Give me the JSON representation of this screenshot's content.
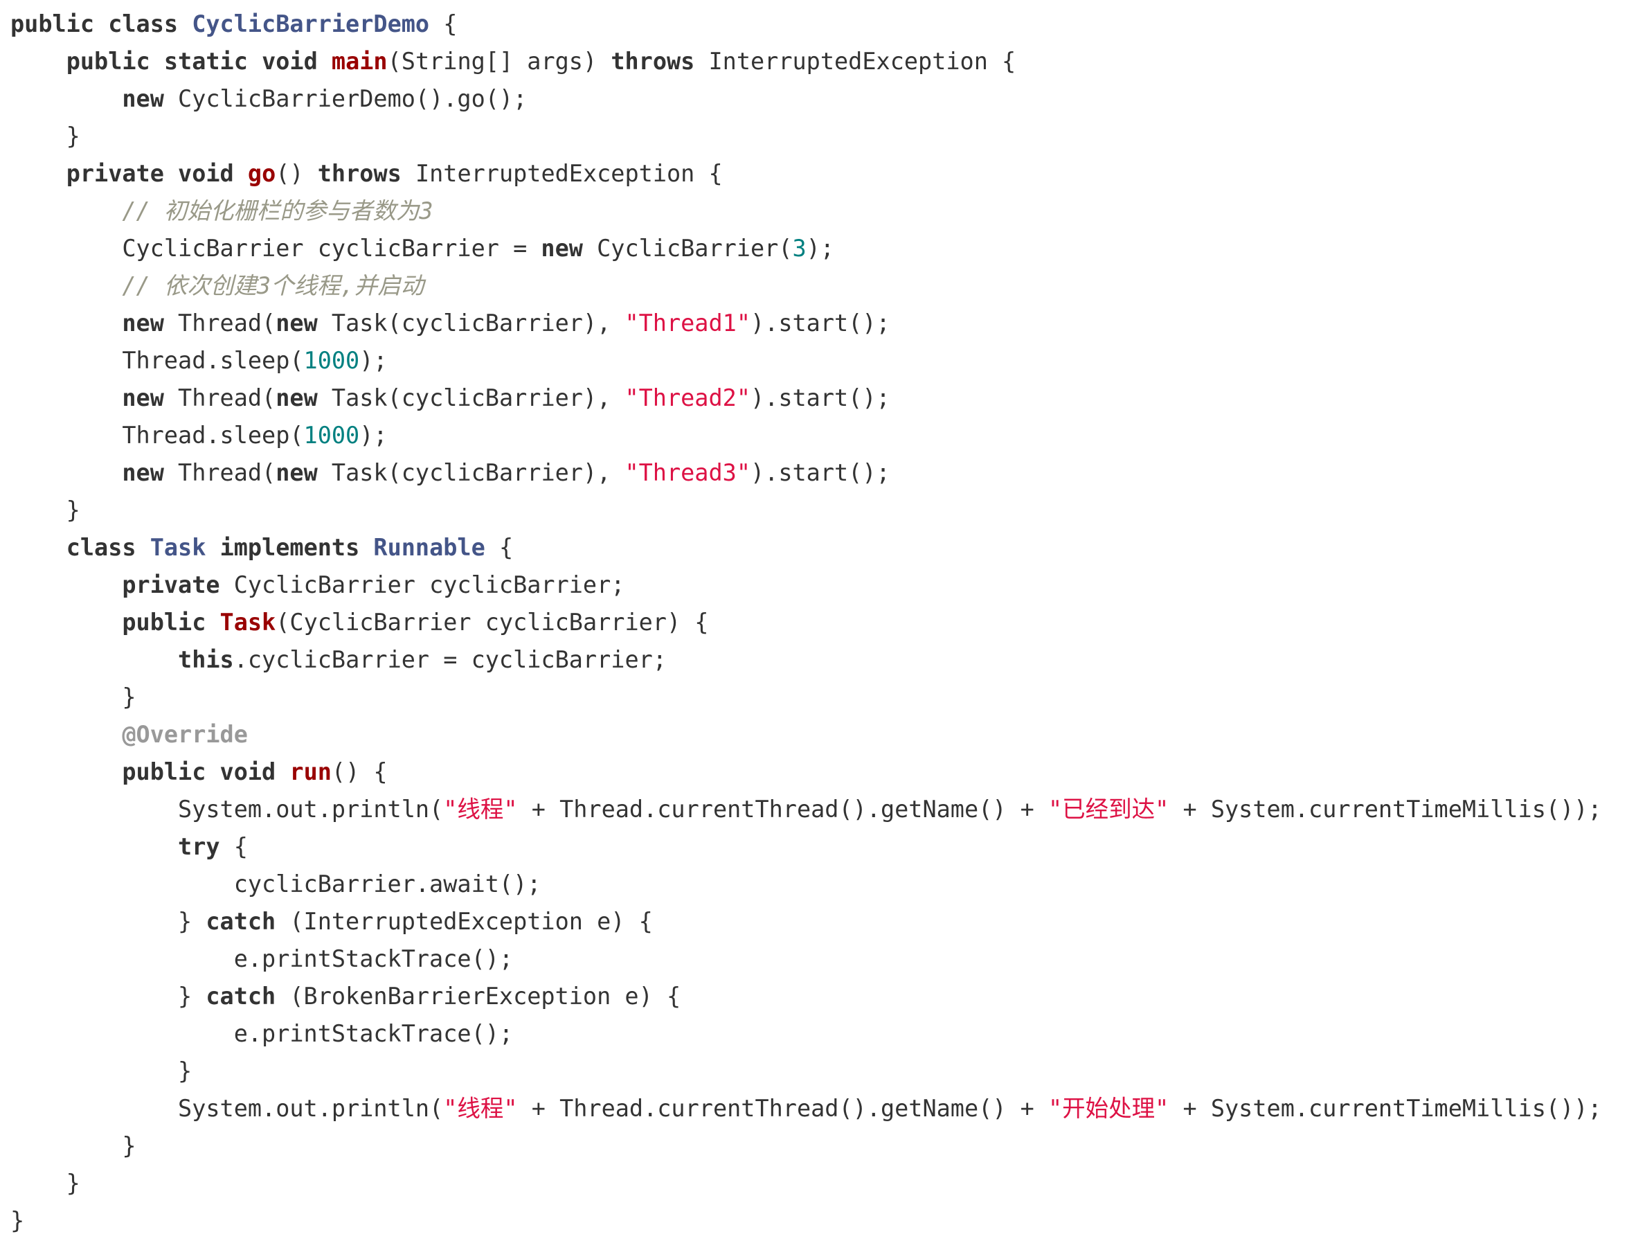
{
  "editor": {
    "language": "java",
    "colors": {
      "background": "#ffffff",
      "plain": "#333333",
      "keyword": "#333333",
      "type_name": "#445588",
      "function_name": "#990000",
      "string": "#dd1144",
      "number": "#008080",
      "comment": "#999988",
      "annotation": "#999999"
    },
    "lines": [
      [
        [
          "kw",
          "public"
        ],
        [
          "p",
          " "
        ],
        [
          "kw",
          "class"
        ],
        [
          "p",
          " "
        ],
        [
          "type",
          "CyclicBarrierDemo"
        ],
        [
          "p",
          " {"
        ]
      ],
      [
        [
          "p",
          "    "
        ],
        [
          "kw",
          "public"
        ],
        [
          "p",
          " "
        ],
        [
          "kw",
          "static"
        ],
        [
          "p",
          " "
        ],
        [
          "kw",
          "void"
        ],
        [
          "p",
          " "
        ],
        [
          "fn",
          "main"
        ],
        [
          "p",
          "(String[] args) "
        ],
        [
          "kw",
          "throws"
        ],
        [
          "p",
          " InterruptedException {"
        ]
      ],
      [
        [
          "p",
          "        "
        ],
        [
          "kw",
          "new"
        ],
        [
          "p",
          " CyclicBarrierDemo().go();"
        ]
      ],
      [
        [
          "p",
          "    }"
        ]
      ],
      [
        [
          "p",
          "    "
        ],
        [
          "kw",
          "private"
        ],
        [
          "p",
          " "
        ],
        [
          "kw",
          "void"
        ],
        [
          "p",
          " "
        ],
        [
          "fn",
          "go"
        ],
        [
          "p",
          "() "
        ],
        [
          "kw",
          "throws"
        ],
        [
          "p",
          " InterruptedException {"
        ]
      ],
      [
        [
          "p",
          "        "
        ],
        [
          "cmt",
          "// 初始化栅栏的参与者数为3"
        ]
      ],
      [
        [
          "p",
          "        CyclicBarrier cyclicBarrier = "
        ],
        [
          "kw",
          "new"
        ],
        [
          "p",
          " CyclicBarrier("
        ],
        [
          "num",
          "3"
        ],
        [
          "p",
          ");"
        ]
      ],
      [
        [
          "p",
          "        "
        ],
        [
          "cmt",
          "// 依次创建3个线程,并启动"
        ]
      ],
      [
        [
          "p",
          "        "
        ],
        [
          "kw",
          "new"
        ],
        [
          "p",
          " Thread("
        ],
        [
          "kw",
          "new"
        ],
        [
          "p",
          " Task(cyclicBarrier), "
        ],
        [
          "str",
          "\"Thread1\""
        ],
        [
          "p",
          ").start();"
        ]
      ],
      [
        [
          "p",
          "        Thread.sleep("
        ],
        [
          "num",
          "1000"
        ],
        [
          "p",
          ");"
        ]
      ],
      [
        [
          "p",
          "        "
        ],
        [
          "kw",
          "new"
        ],
        [
          "p",
          " Thread("
        ],
        [
          "kw",
          "new"
        ],
        [
          "p",
          " Task(cyclicBarrier), "
        ],
        [
          "str",
          "\"Thread2\""
        ],
        [
          "p",
          ").start();"
        ]
      ],
      [
        [
          "p",
          "        Thread.sleep("
        ],
        [
          "num",
          "1000"
        ],
        [
          "p",
          ");"
        ]
      ],
      [
        [
          "p",
          "        "
        ],
        [
          "kw",
          "new"
        ],
        [
          "p",
          " Thread("
        ],
        [
          "kw",
          "new"
        ],
        [
          "p",
          " Task(cyclicBarrier), "
        ],
        [
          "str",
          "\"Thread3\""
        ],
        [
          "p",
          ").start();"
        ]
      ],
      [
        [
          "p",
          "    }"
        ]
      ],
      [
        [
          "p",
          "    "
        ],
        [
          "kw",
          "class"
        ],
        [
          "p",
          " "
        ],
        [
          "type",
          "Task"
        ],
        [
          "p",
          " "
        ],
        [
          "kw",
          "implements"
        ],
        [
          "p",
          " "
        ],
        [
          "type",
          "Runnable"
        ],
        [
          "p",
          " {"
        ]
      ],
      [
        [
          "p",
          "        "
        ],
        [
          "kw",
          "private"
        ],
        [
          "p",
          " CyclicBarrier cyclicBarrier;"
        ]
      ],
      [
        [
          "p",
          "        "
        ],
        [
          "kw",
          "public"
        ],
        [
          "p",
          " "
        ],
        [
          "fn",
          "Task"
        ],
        [
          "p",
          "(CyclicBarrier cyclicBarrier) {"
        ]
      ],
      [
        [
          "p",
          "            "
        ],
        [
          "kw",
          "this"
        ],
        [
          "p",
          ".cyclicBarrier = cyclicBarrier;"
        ]
      ],
      [
        [
          "p",
          "        }"
        ]
      ],
      [
        [
          "p",
          "        "
        ],
        [
          "ann",
          "@Override"
        ]
      ],
      [
        [
          "p",
          "        "
        ],
        [
          "kw",
          "public"
        ],
        [
          "p",
          " "
        ],
        [
          "kw",
          "void"
        ],
        [
          "p",
          " "
        ],
        [
          "fn",
          "run"
        ],
        [
          "p",
          "() {"
        ]
      ],
      [
        [
          "p",
          "            System.out.println("
        ],
        [
          "str",
          "\"线程\""
        ],
        [
          "p",
          " + Thread.currentThread().getName() + "
        ],
        [
          "str",
          "\"已经到达\""
        ],
        [
          "p",
          " + System.currentTimeMillis());"
        ]
      ],
      [
        [
          "p",
          "            "
        ],
        [
          "kw",
          "try"
        ],
        [
          "p",
          " {"
        ]
      ],
      [
        [
          "p",
          "                cyclicBarrier.await();"
        ]
      ],
      [
        [
          "p",
          "            } "
        ],
        [
          "kw",
          "catch"
        ],
        [
          "p",
          " (InterruptedException e) {"
        ]
      ],
      [
        [
          "p",
          "                e.printStackTrace();"
        ]
      ],
      [
        [
          "p",
          "            } "
        ],
        [
          "kw",
          "catch"
        ],
        [
          "p",
          " (BrokenBarrierException e) {"
        ]
      ],
      [
        [
          "p",
          "                e.printStackTrace();"
        ]
      ],
      [
        [
          "p",
          "            }"
        ]
      ],
      [
        [
          "p",
          "            System.out.println("
        ],
        [
          "str",
          "\"线程\""
        ],
        [
          "p",
          " + Thread.currentThread().getName() + "
        ],
        [
          "str",
          "\"开始处理\""
        ],
        [
          "p",
          " + System.currentTimeMillis());"
        ]
      ],
      [
        [
          "p",
          "        }"
        ]
      ],
      [
        [
          "p",
          "    }"
        ]
      ],
      [
        [
          "p",
          "}"
        ]
      ]
    ]
  }
}
